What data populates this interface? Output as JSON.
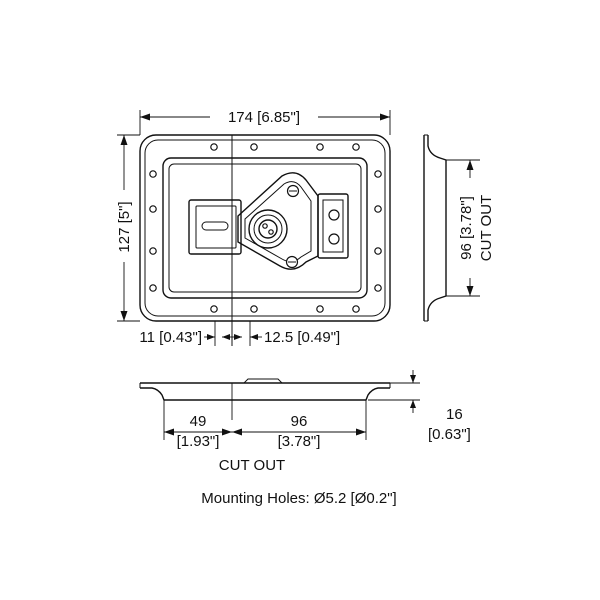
{
  "diagram": {
    "width_dim": "174 [6.85\"]",
    "height_dim": "127 [5\"]",
    "cutout_height_dim": "96 [3.78\"]",
    "cutout_height_label": "CUT OUT",
    "left_offset_dim": "11 [0.43\"]",
    "right_offset_dim": "12.5 [0.49\"]",
    "bottom_left_value": "49",
    "bottom_left_inch": "[1.93\"]",
    "bottom_right_value": "96",
    "bottom_right_inch": "[3.78\"]",
    "bottom_cutout_label": "CUT OUT",
    "depth_value": "16",
    "depth_inch": "[0.63\"]",
    "mounting_holes": "Mounting Holes: Ø5.2 [Ø0.2\"]"
  }
}
